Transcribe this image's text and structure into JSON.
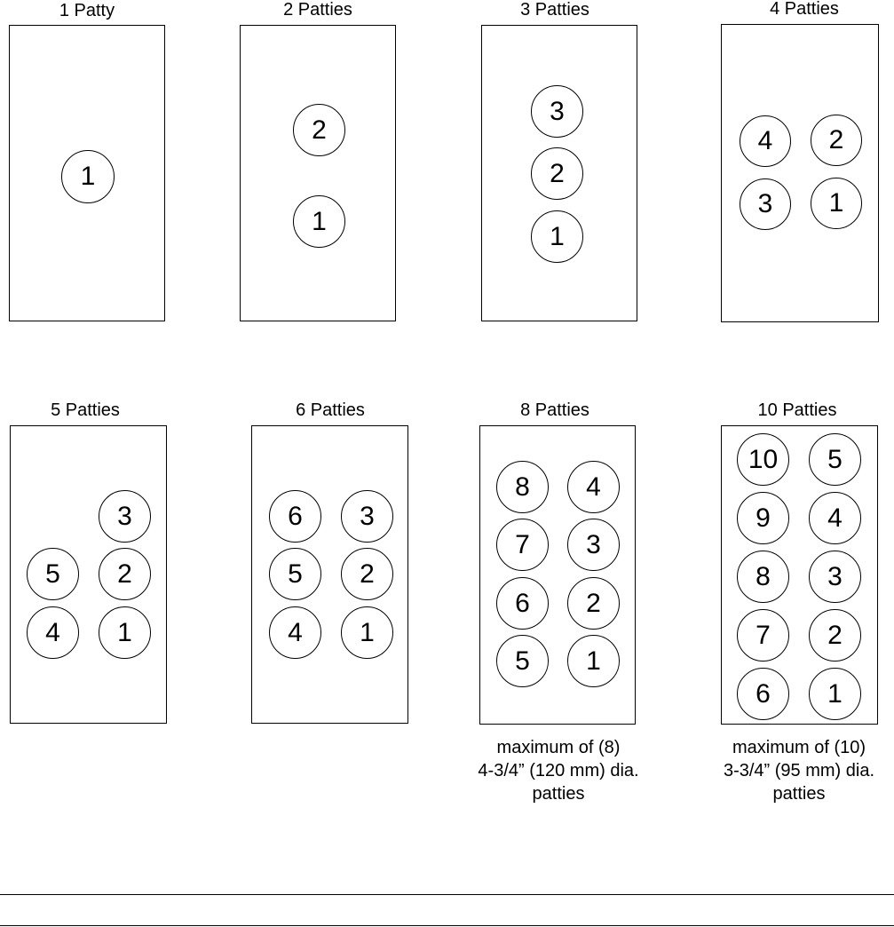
{
  "panels": [
    {
      "title": "1 Patty",
      "patties": [
        "1"
      ]
    },
    {
      "title": "2 Patties",
      "patties": [
        "2",
        "1"
      ]
    },
    {
      "title": "3 Patties",
      "patties": [
        "3",
        "2",
        "1"
      ]
    },
    {
      "title": "4 Patties",
      "patties": [
        "4",
        "2",
        "3",
        "1"
      ]
    },
    {
      "title": "5 Patties",
      "patties": [
        "3",
        "5",
        "2",
        "4",
        "1"
      ]
    },
    {
      "title": "6 Patties",
      "patties": [
        "6",
        "3",
        "5",
        "2",
        "4",
        "1"
      ]
    },
    {
      "title": "8 Patties",
      "patties": [
        "8",
        "4",
        "7",
        "3",
        "6",
        "2",
        "5",
        "1"
      ]
    },
    {
      "title": "10 Patties",
      "patties": [
        "10",
        "5",
        "9",
        "4",
        "8",
        "3",
        "7",
        "2",
        "6",
        "1"
      ]
    }
  ],
  "notes": {
    "eight": {
      "line1": "maximum of (8)",
      "line2": "4-3/4” (120 mm) dia.",
      "line3": "patties"
    },
    "ten": {
      "line1": "maximum of (10)",
      "line2": "3-3/4” (95 mm) dia.",
      "line3": "patties"
    }
  }
}
